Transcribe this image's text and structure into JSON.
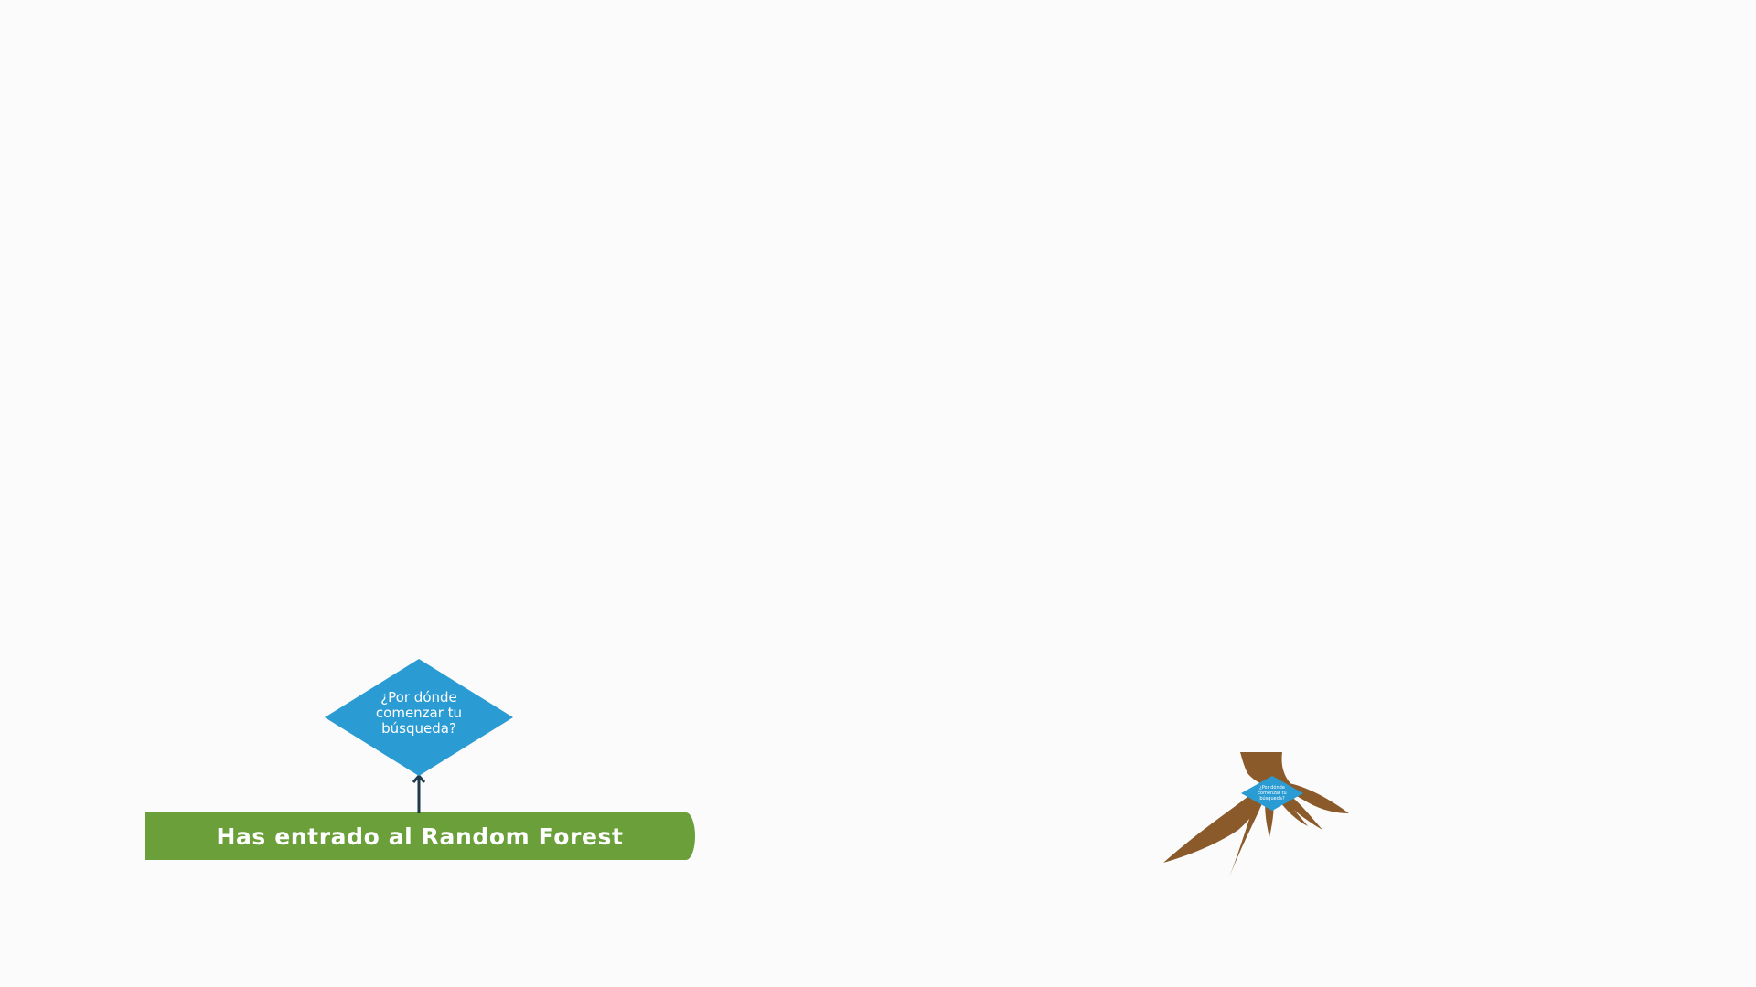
{
  "flowchart": {
    "start_label": "Has entrado al Random Forest",
    "decision_line1": "¿Por dónde",
    "decision_line2": "comenzar tu",
    "decision_line3": "búsqueda?"
  },
  "tree": {
    "mini_line1": "¿Por dónde",
    "mini_line2": "comenzar tu",
    "mini_line3": "búsqueda?"
  },
  "colors": {
    "banner_green": "#6a9f3a",
    "diamond_blue": "#2a9bd3",
    "root_brown": "#8a5a2b",
    "arrow_navy": "#1f3a4d",
    "background": "#fbfbfb"
  }
}
